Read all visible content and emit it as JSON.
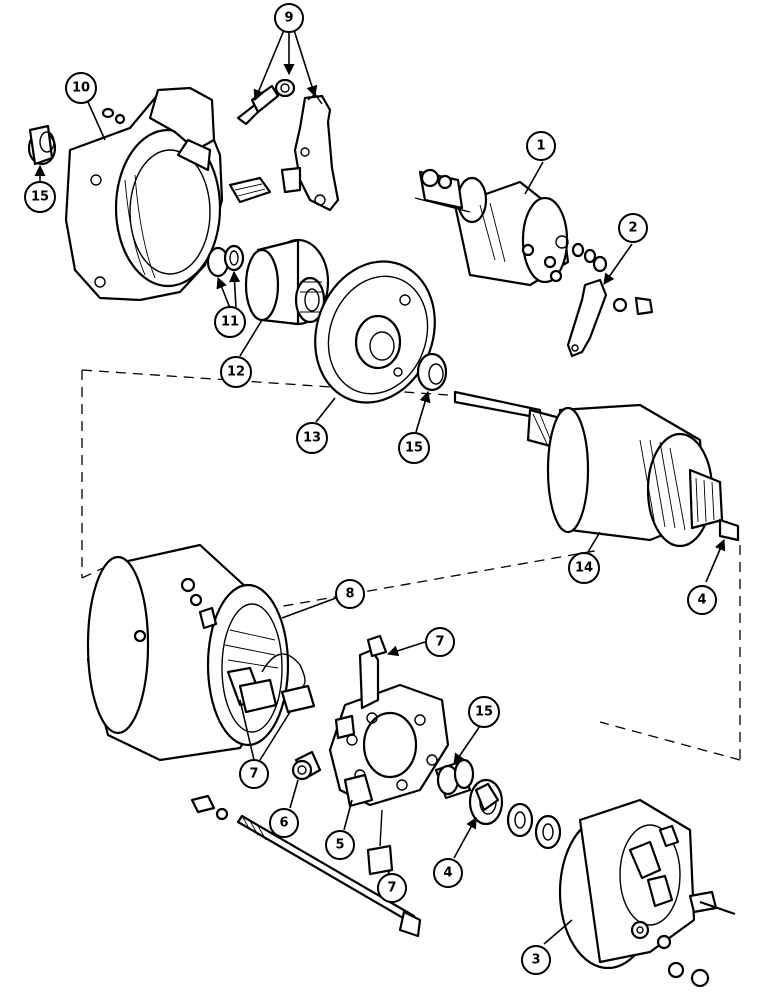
{
  "callouts": [
    {
      "id": "c1",
      "label": "1"
    },
    {
      "id": "c2",
      "label": "2"
    },
    {
      "id": "c3",
      "label": "3"
    },
    {
      "id": "c4a",
      "label": "4"
    },
    {
      "id": "c4b",
      "label": "4"
    },
    {
      "id": "c5",
      "label": "5"
    },
    {
      "id": "c6",
      "label": "6"
    },
    {
      "id": "c7a",
      "label": "7"
    },
    {
      "id": "c7b",
      "label": "7"
    },
    {
      "id": "c7c",
      "label": "7"
    },
    {
      "id": "c8",
      "label": "8"
    },
    {
      "id": "c9",
      "label": "9"
    },
    {
      "id": "c10",
      "label": "10"
    },
    {
      "id": "c11",
      "label": "11"
    },
    {
      "id": "c12",
      "label": "12"
    },
    {
      "id": "c13",
      "label": "13"
    },
    {
      "id": "c14",
      "label": "14"
    },
    {
      "id": "c15a",
      "label": "15"
    },
    {
      "id": "c15b",
      "label": "15"
    },
    {
      "id": "c15c",
      "label": "15"
    }
  ]
}
